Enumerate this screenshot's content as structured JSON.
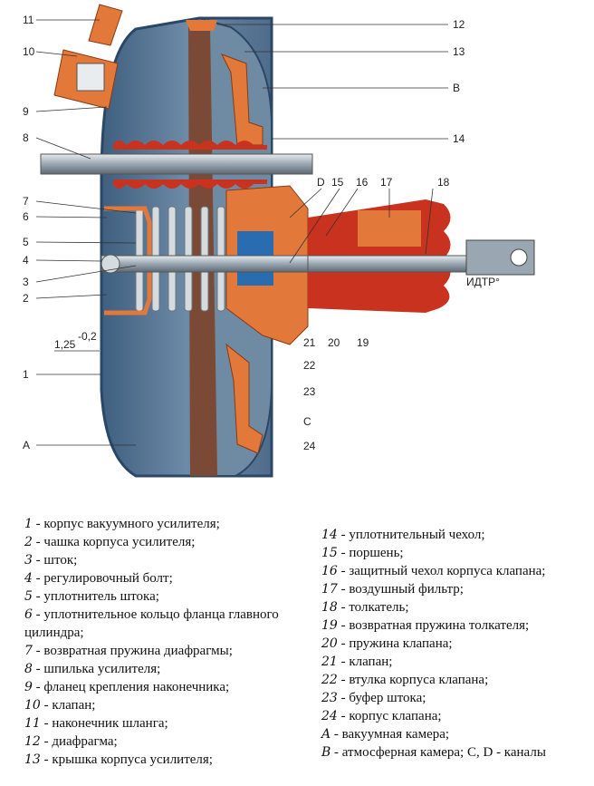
{
  "diagram": {
    "labels_left": [
      "11",
      "10",
      "9",
      "8",
      "7",
      "6",
      "5",
      "4",
      "3",
      "2",
      "1",
      "A"
    ],
    "labels_right": [
      "12",
      "13",
      "B",
      "14"
    ],
    "labels_top": [
      "D",
      "15",
      "16",
      "17",
      "18"
    ],
    "labels_center": [
      "21",
      "20",
      "19",
      "22",
      "23",
      "C",
      "24"
    ],
    "dimension": "1,25",
    "dimension_tolerance": "-0,2",
    "watermark": "ИДТР°"
  },
  "legend": {
    "left": [
      {
        "num": "1",
        "text": " - корпус вакуумного усилителя;"
      },
      {
        "num": "2",
        "text": " - чашка корпуса усилителя;"
      },
      {
        "num": "3",
        "text": " - шток;"
      },
      {
        "num": "4",
        "text": " - регулировочный болт;"
      },
      {
        "num": "5",
        "text": " - уплотнитель штока;"
      },
      {
        "num": "6",
        "text": " - уплотнительное кольцо фланца главного цилиндра;"
      },
      {
        "num": "7",
        "text": " - возвратная пружина диафрагмы;"
      },
      {
        "num": "8",
        "text": " - шпилька усилителя;"
      },
      {
        "num": "9",
        "text": " - фланец крепления наконечника;"
      },
      {
        "num": "10",
        "text": " - клапан;"
      },
      {
        "num": "11",
        "text": " - наконечник шланга;"
      },
      {
        "num": "12",
        "text": " - диафрагма;"
      },
      {
        "num": "13",
        "text": " - крышка корпуса усилителя;"
      }
    ],
    "right": [
      {
        "num": "14",
        "text": " - уплотнительный чехол;"
      },
      {
        "num": "15",
        "text": " - поршень;"
      },
      {
        "num": "16",
        "text": " - защитный чехол корпуса клапана;"
      },
      {
        "num": "17",
        "text": " - воздушный фильтр;"
      },
      {
        "num": "18",
        "text": " - толкатель;"
      },
      {
        "num": "19",
        "text": " - возвратная пружина толкателя;"
      },
      {
        "num": "20",
        "text": " - пружина клапана;"
      },
      {
        "num": "21",
        "text": " - клапан;"
      },
      {
        "num": "22",
        "text": " - втулка корпуса клапана;"
      },
      {
        "num": "23",
        "text": " - буфер штока;"
      },
      {
        "num": "24",
        "text": " - корпус клапана;"
      },
      {
        "num": "A",
        "text": " - вакуумная камера;"
      },
      {
        "num": "B",
        "text": " - атмосферная камера; C, D - каналы"
      }
    ]
  },
  "colors": {
    "housing": "#5d7b98",
    "diaphragm": "#7a4a36",
    "orange": "#e2793b",
    "boot": "#c8321e",
    "steel": "#b9c3cc"
  }
}
